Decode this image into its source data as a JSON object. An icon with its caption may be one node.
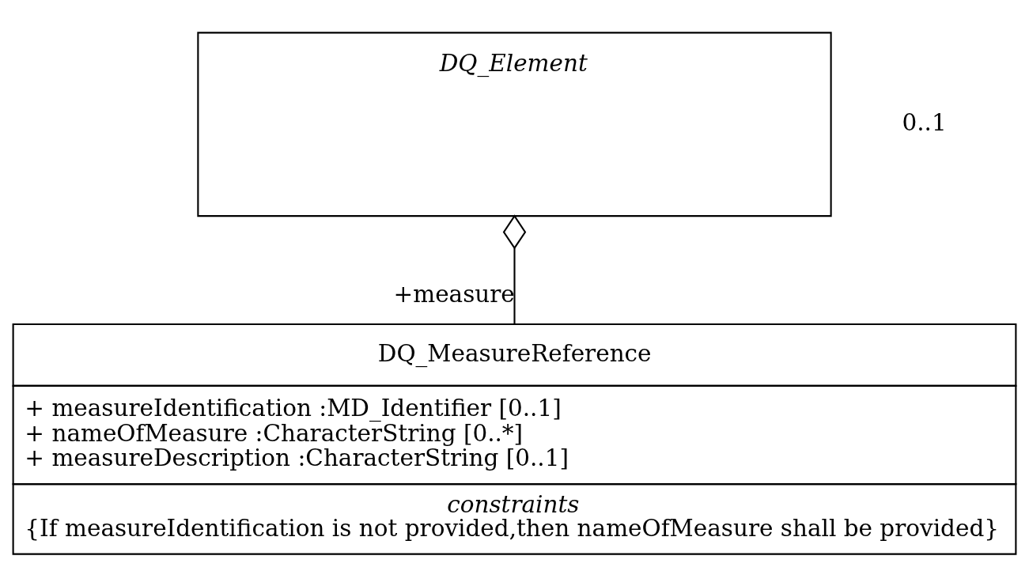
{
  "diagram": {
    "nodes": [
      {
        "text": [
          "DQ_Element"
        ]
      },
      {
        "text": [
          "DQ_MeasureReference",
          "+ measureIdentification :MD_Identifier [0..1]",
          "+ nameOfMeasure :CharacterString [0..*]",
          "+ measureDescription :CharacterString [0..1]",
          "constraints",
          "{If measureIdentification is not provided,then nameOfMeasure shall be provided}"
        ]
      }
    ],
    "edges": [
      {
        "from": 0,
        "to": 1,
        "arrow": "other",
        "label": "+measure"
      }
    ],
    "labels": [
      "0..1"
    ]
  }
}
